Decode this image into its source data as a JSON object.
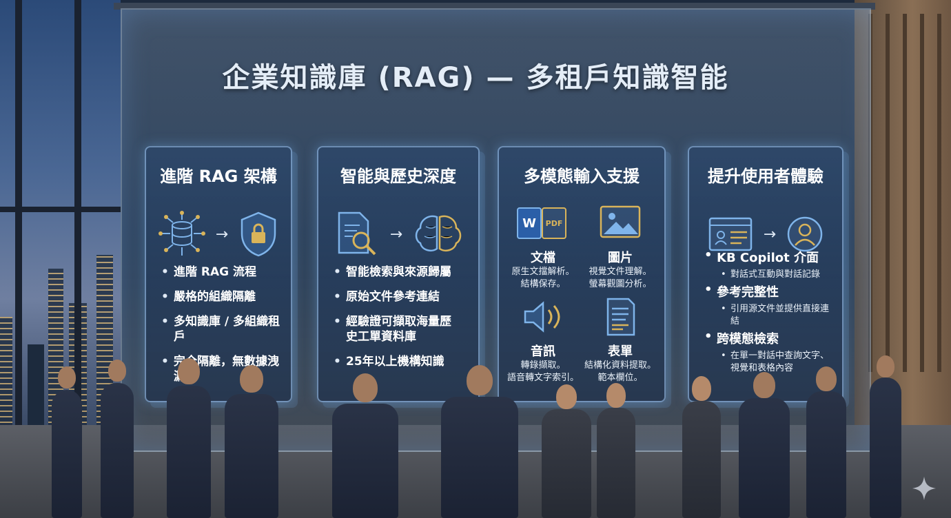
{
  "title": "企業知識庫 (RAG) — 多租戶知識智能",
  "panels": [
    {
      "heading": "進階 RAG 架構",
      "icons": [
        "database-network-icon",
        "shield-lock-icon"
      ],
      "items": [
        "進階 RAG 流程",
        "嚴格的組織隔離",
        "多知識庫 / 多組織租戶",
        "完全隔離，無數據洩漏"
      ]
    },
    {
      "heading": "智能與歷史深度",
      "icons": [
        "document-search-icon",
        "brain-icon"
      ],
      "items": [
        "智能檢索與來源歸屬",
        "原始文件參考連結",
        "經驗證可擷取海量歷史工單資料庫",
        "25年以上機構知識"
      ]
    },
    {
      "heading": "多模態輸入支援",
      "quads": [
        {
          "icon": "word-pdf-icon",
          "badge_w": "W",
          "badge_pdf": "PDF",
          "title": "文檔",
          "sub1": "原生文擋解析。",
          "sub2": "結構保存。"
        },
        {
          "icon": "image-icon",
          "title": "圖片",
          "sub1": "視覺文件理解。",
          "sub2": "螢幕觀圖分析。"
        },
        {
          "icon": "speaker-icon",
          "title": "音訊",
          "sub1": "轉錄擷取。",
          "sub2": "語音轉文字索引。"
        },
        {
          "icon": "form-icon",
          "title": "表單",
          "sub1": "結構化資料提取。",
          "sub2": "範本欄位。"
        }
      ]
    },
    {
      "heading": "提升使用者體驗",
      "icons": [
        "id-card-icon",
        "user-circle-icon"
      ],
      "features": [
        {
          "title": "KB Copilot 介面",
          "sub": "對話式互動與對話記錄"
        },
        {
          "title": "參考完整性",
          "sub": "引用源文件並提供直接連結"
        },
        {
          "title": "跨模態檢索",
          "sub": "在單一對話中查詢文字、視覺和表格內容"
        }
      ]
    }
  ],
  "colors": {
    "panel_border": "#a9d2ff",
    "icon_blue": "#7fb4ea",
    "icon_gold": "#d9b45a"
  }
}
